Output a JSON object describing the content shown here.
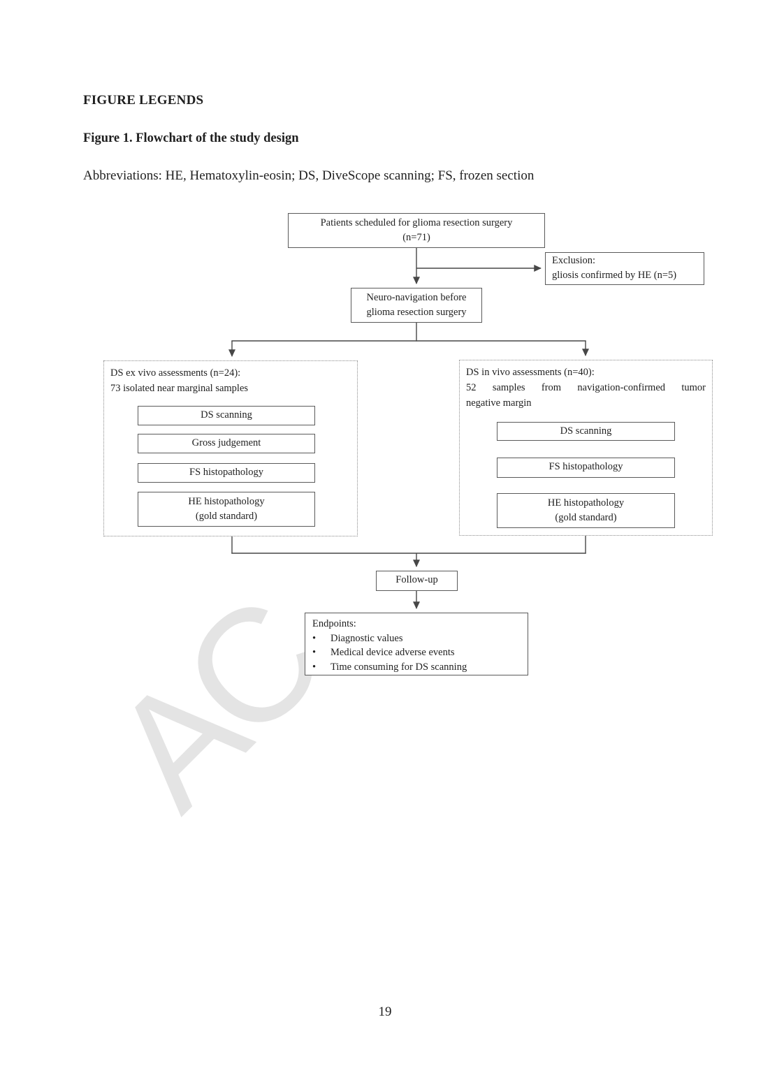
{
  "page": {
    "heading": "FIGURE LEGENDS",
    "figure_caption": "Figure 1. Flowchart of the study design",
    "abbreviations": "Abbreviations: HE, Hematoxylin-eosin; DS, DiveScope scanning; FS, frozen section",
    "watermark": "AC",
    "page_number": "19"
  },
  "colors": {
    "text": "#1f1f1f",
    "box_border": "#5a5a5a",
    "dashed_border": "#8a8a8a",
    "connector": "#474747",
    "watermark": "#e4e4e4",
    "background": "#ffffff"
  },
  "flowchart": {
    "patients_box": {
      "line1": "Patients scheduled for glioma resection surgery",
      "line2": "(n=71)"
    },
    "exclusion_box": {
      "line1": "Exclusion:",
      "line2": "gliosis confirmed by HE (n=5)"
    },
    "navigation_box": {
      "line1": "Neuro-navigation before",
      "line2": "glioma resection surgery"
    },
    "ex_vivo_group": {
      "header_line1": "DS ex vivo assessments (n=24):",
      "header_line2": "73 isolated near marginal samples",
      "steps": [
        {
          "line1": "DS scanning"
        },
        {
          "line1": "Gross judgement"
        },
        {
          "line1": "FS histopathology"
        },
        {
          "line1": "HE histopathology",
          "line2": "(gold standard)"
        }
      ]
    },
    "in_vivo_group": {
      "header_line1": "DS in vivo assessments (n=40):",
      "header_line2": "52 samples from navigation-confirmed tumor",
      "header_line3": "negative margin",
      "steps": [
        {
          "line1": "DS scanning"
        },
        {
          "line1": "FS histopathology"
        },
        {
          "line1": "HE histopathology",
          "line2": "(gold standard)"
        }
      ]
    },
    "followup_box": {
      "line1": "Follow-up"
    },
    "endpoints_box": {
      "title": "Endpoints:",
      "bullet_char": "•",
      "bullets": [
        "Diagnostic values",
        "Medical device adverse events",
        "Time consuming for DS scanning"
      ]
    }
  }
}
